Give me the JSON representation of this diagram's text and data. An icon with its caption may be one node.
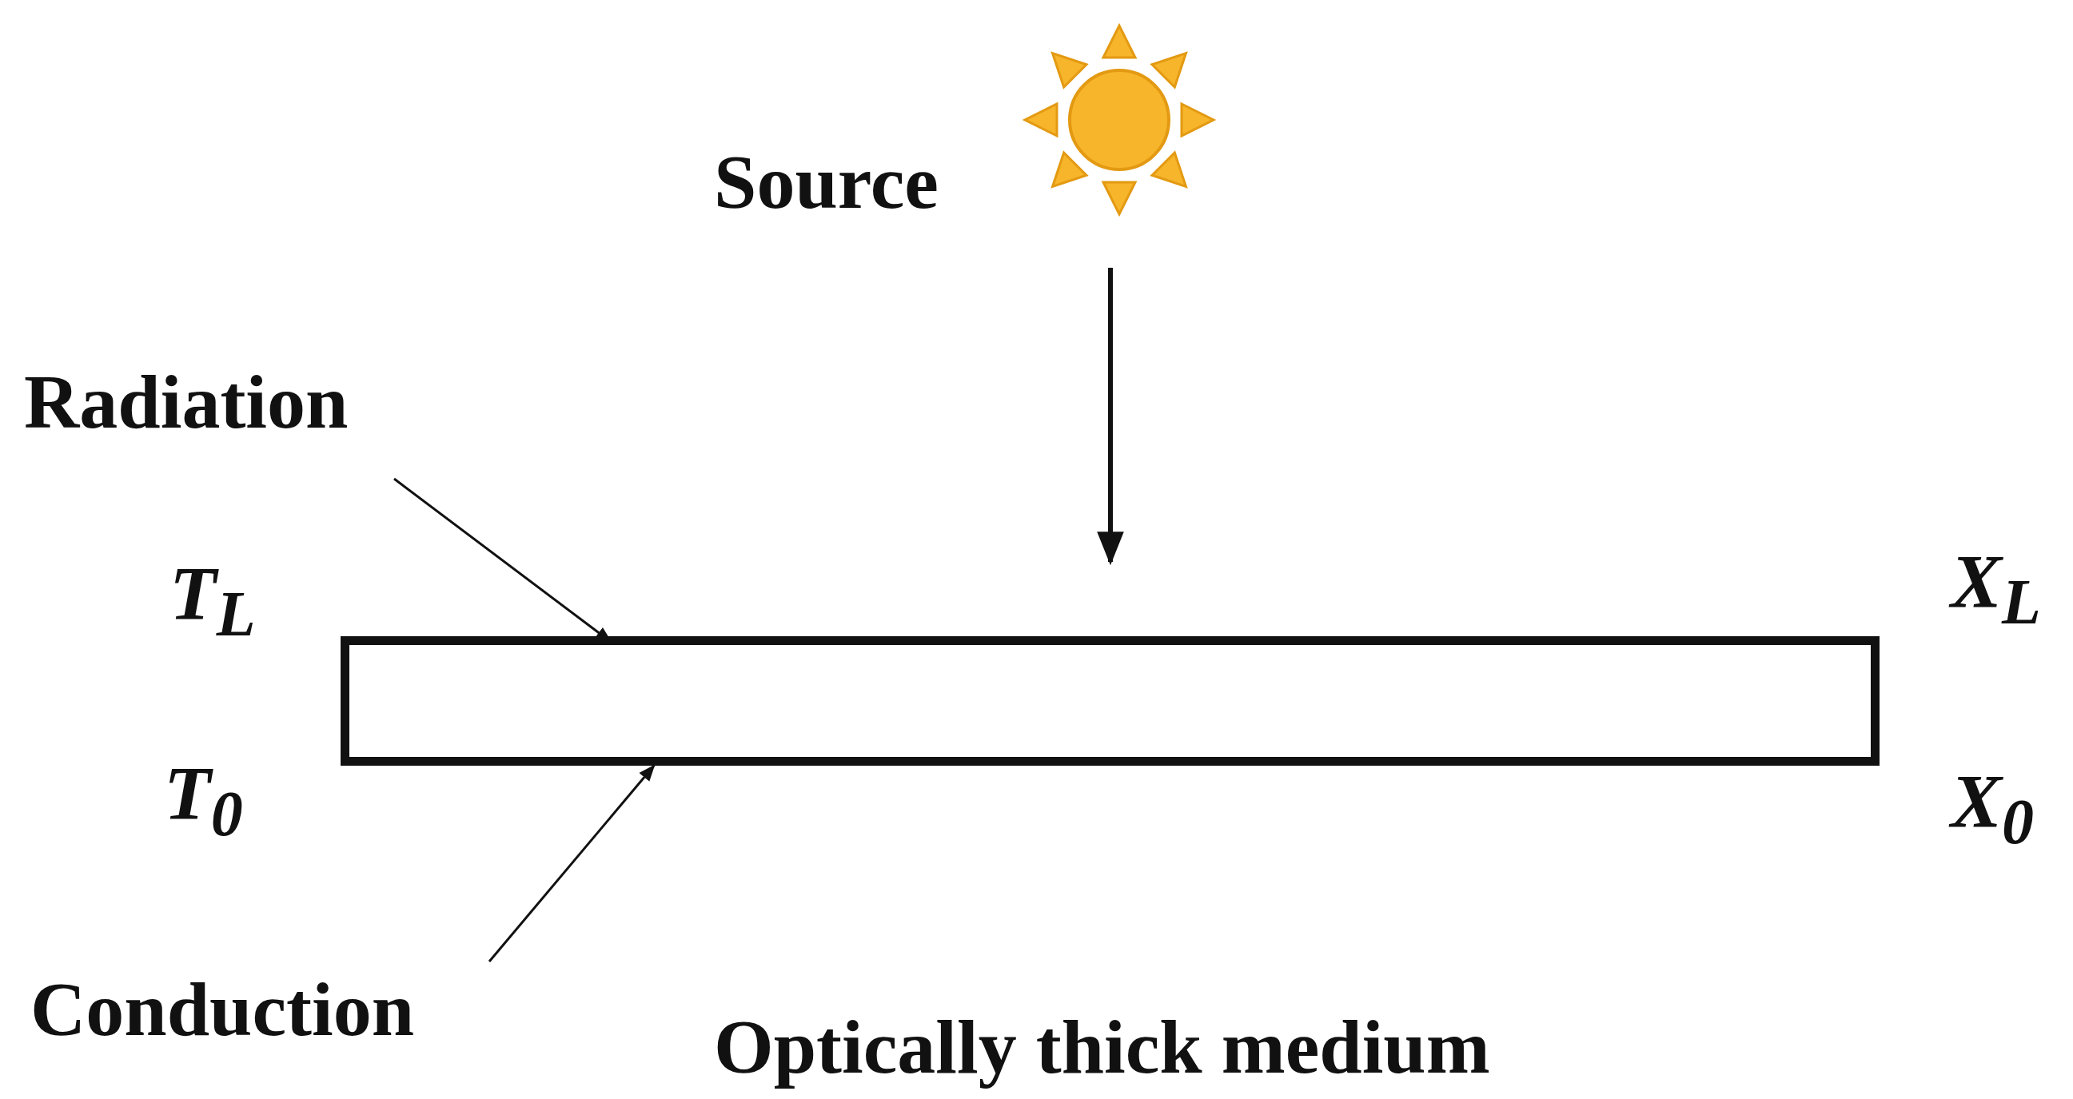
{
  "diagram": {
    "nodes": [
      {
        "text": [],
        "shape": "sun",
        "beside": [
          "Source"
        ]
      },
      {
        "text": [],
        "shape": "box"
      },
      {
        "text": [
          "Radiation"
        ]
      },
      {
        "text": [
          "Conduction"
        ]
      }
    ],
    "edges": [
      {
        "from": 0,
        "to": 1,
        "arrow": "to"
      },
      {
        "from": 2,
        "to": 1,
        "arrow": "to"
      },
      {
        "from": 3,
        "to": 1,
        "arrow": "to"
      }
    ],
    "labels": [
      "T$_{L}$",
      "X$_{L}$",
      "T$_{0}$",
      "X$_{0}$",
      "Optically thick medium"
    ]
  }
}
